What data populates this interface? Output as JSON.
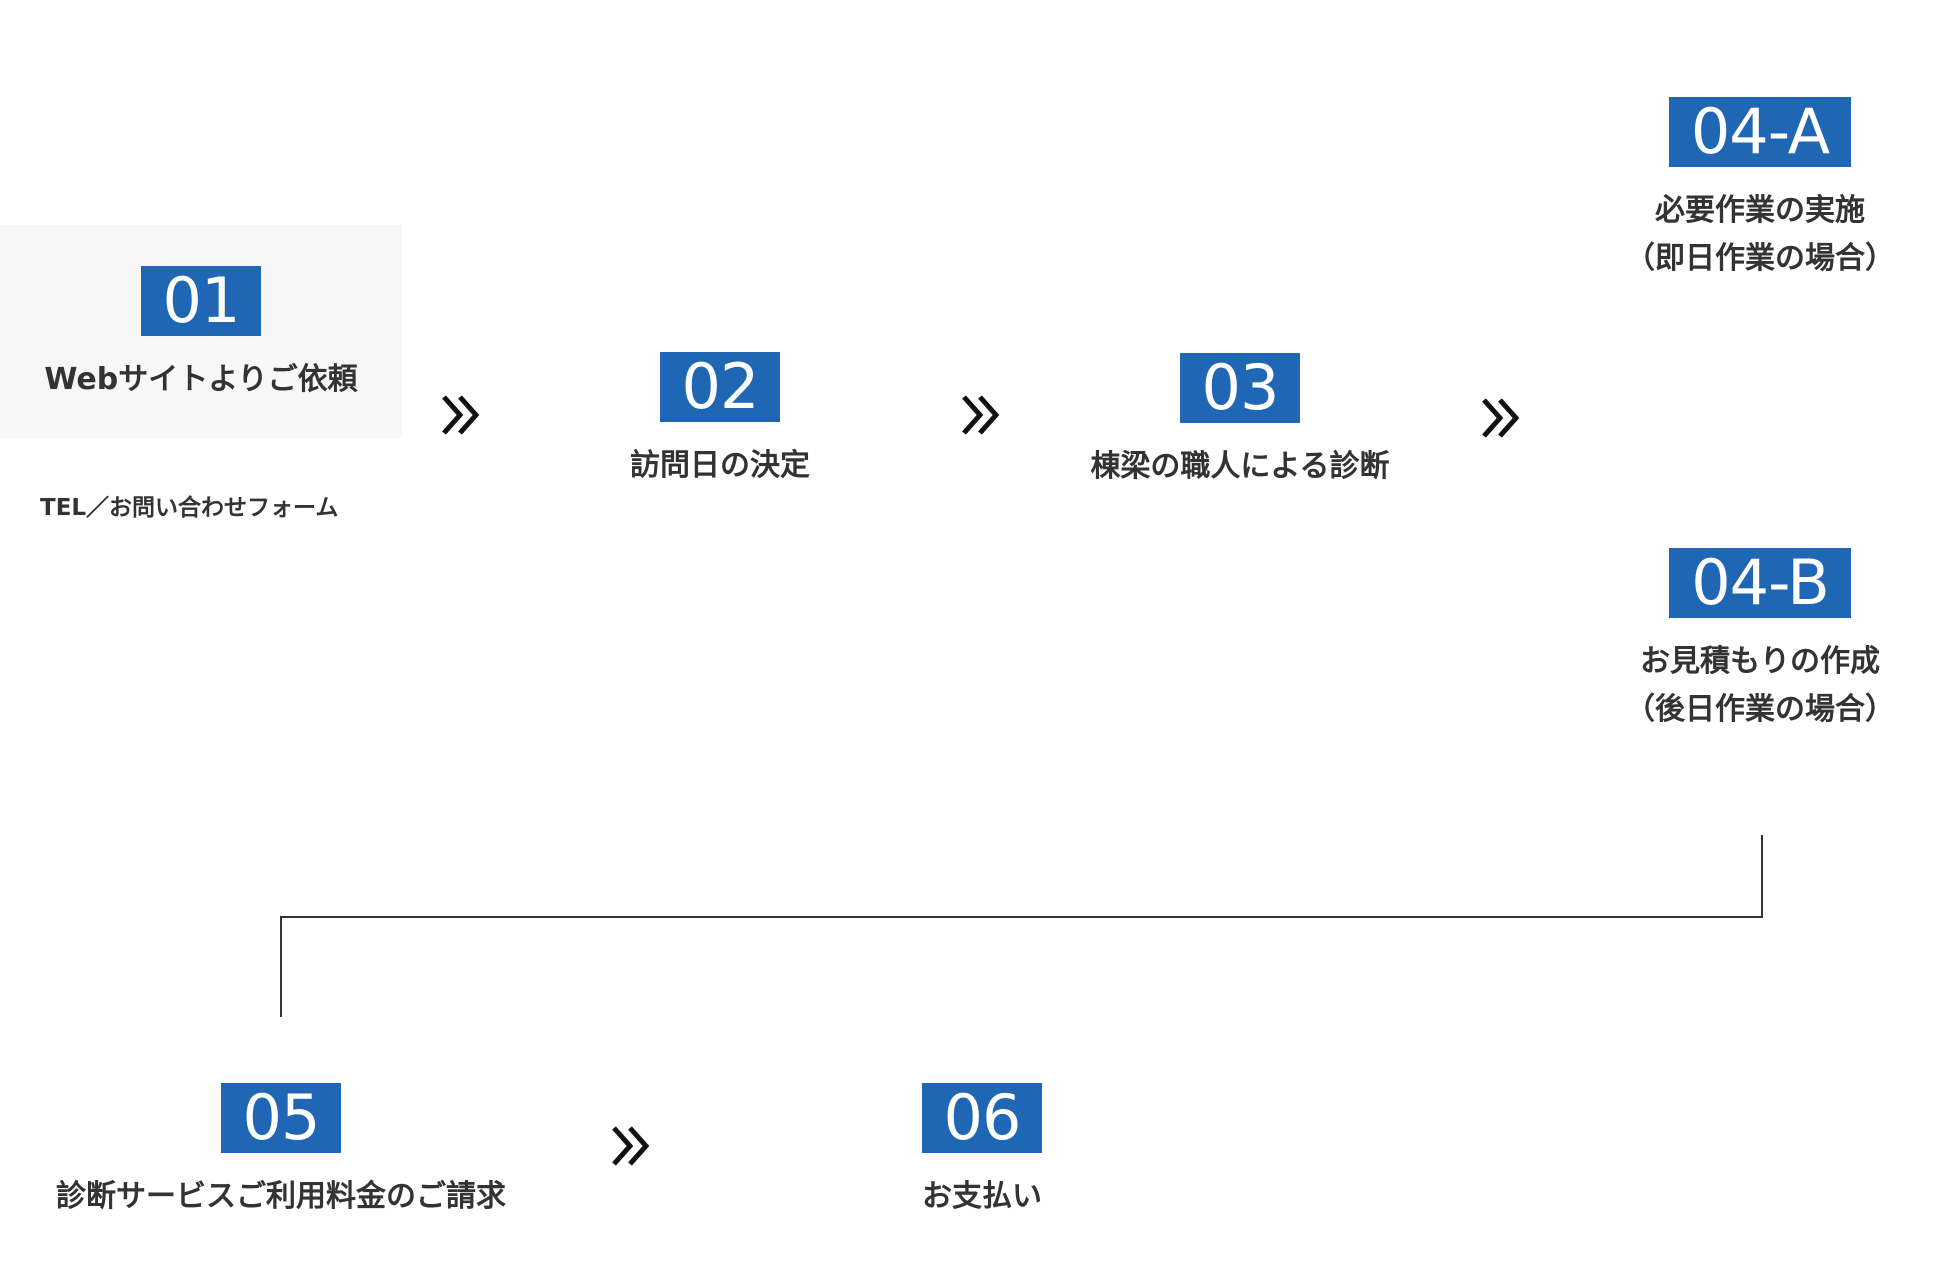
{
  "steps": {
    "s01": {
      "num": "01",
      "label": "Webサイトよりご依頼",
      "sub": "TEL／お問い合わせフォーム"
    },
    "s02": {
      "num": "02",
      "label": "訪問日の決定"
    },
    "s03": {
      "num": "03",
      "label": "棟梁の職人による診断"
    },
    "s04a": {
      "num": "04-A",
      "label_line1": "必要作業の実施",
      "label_line2": "（即日作業の場合）"
    },
    "s04b": {
      "num": "04-B",
      "label_line1": "お見積もりの作成",
      "label_line2": "（後日作業の場合）"
    },
    "s05": {
      "num": "05",
      "label": "診断サービスご利用料金のご請求"
    },
    "s06": {
      "num": "06",
      "label": "お支払い"
    }
  },
  "colors": {
    "badge": "#1f67b5",
    "text": "#333333",
    "highlight_bg": "#f7f7f7",
    "arrow": "#111111",
    "connector": "#333333"
  },
  "icons": {
    "arrow": "double-chevron-right-icon"
  }
}
